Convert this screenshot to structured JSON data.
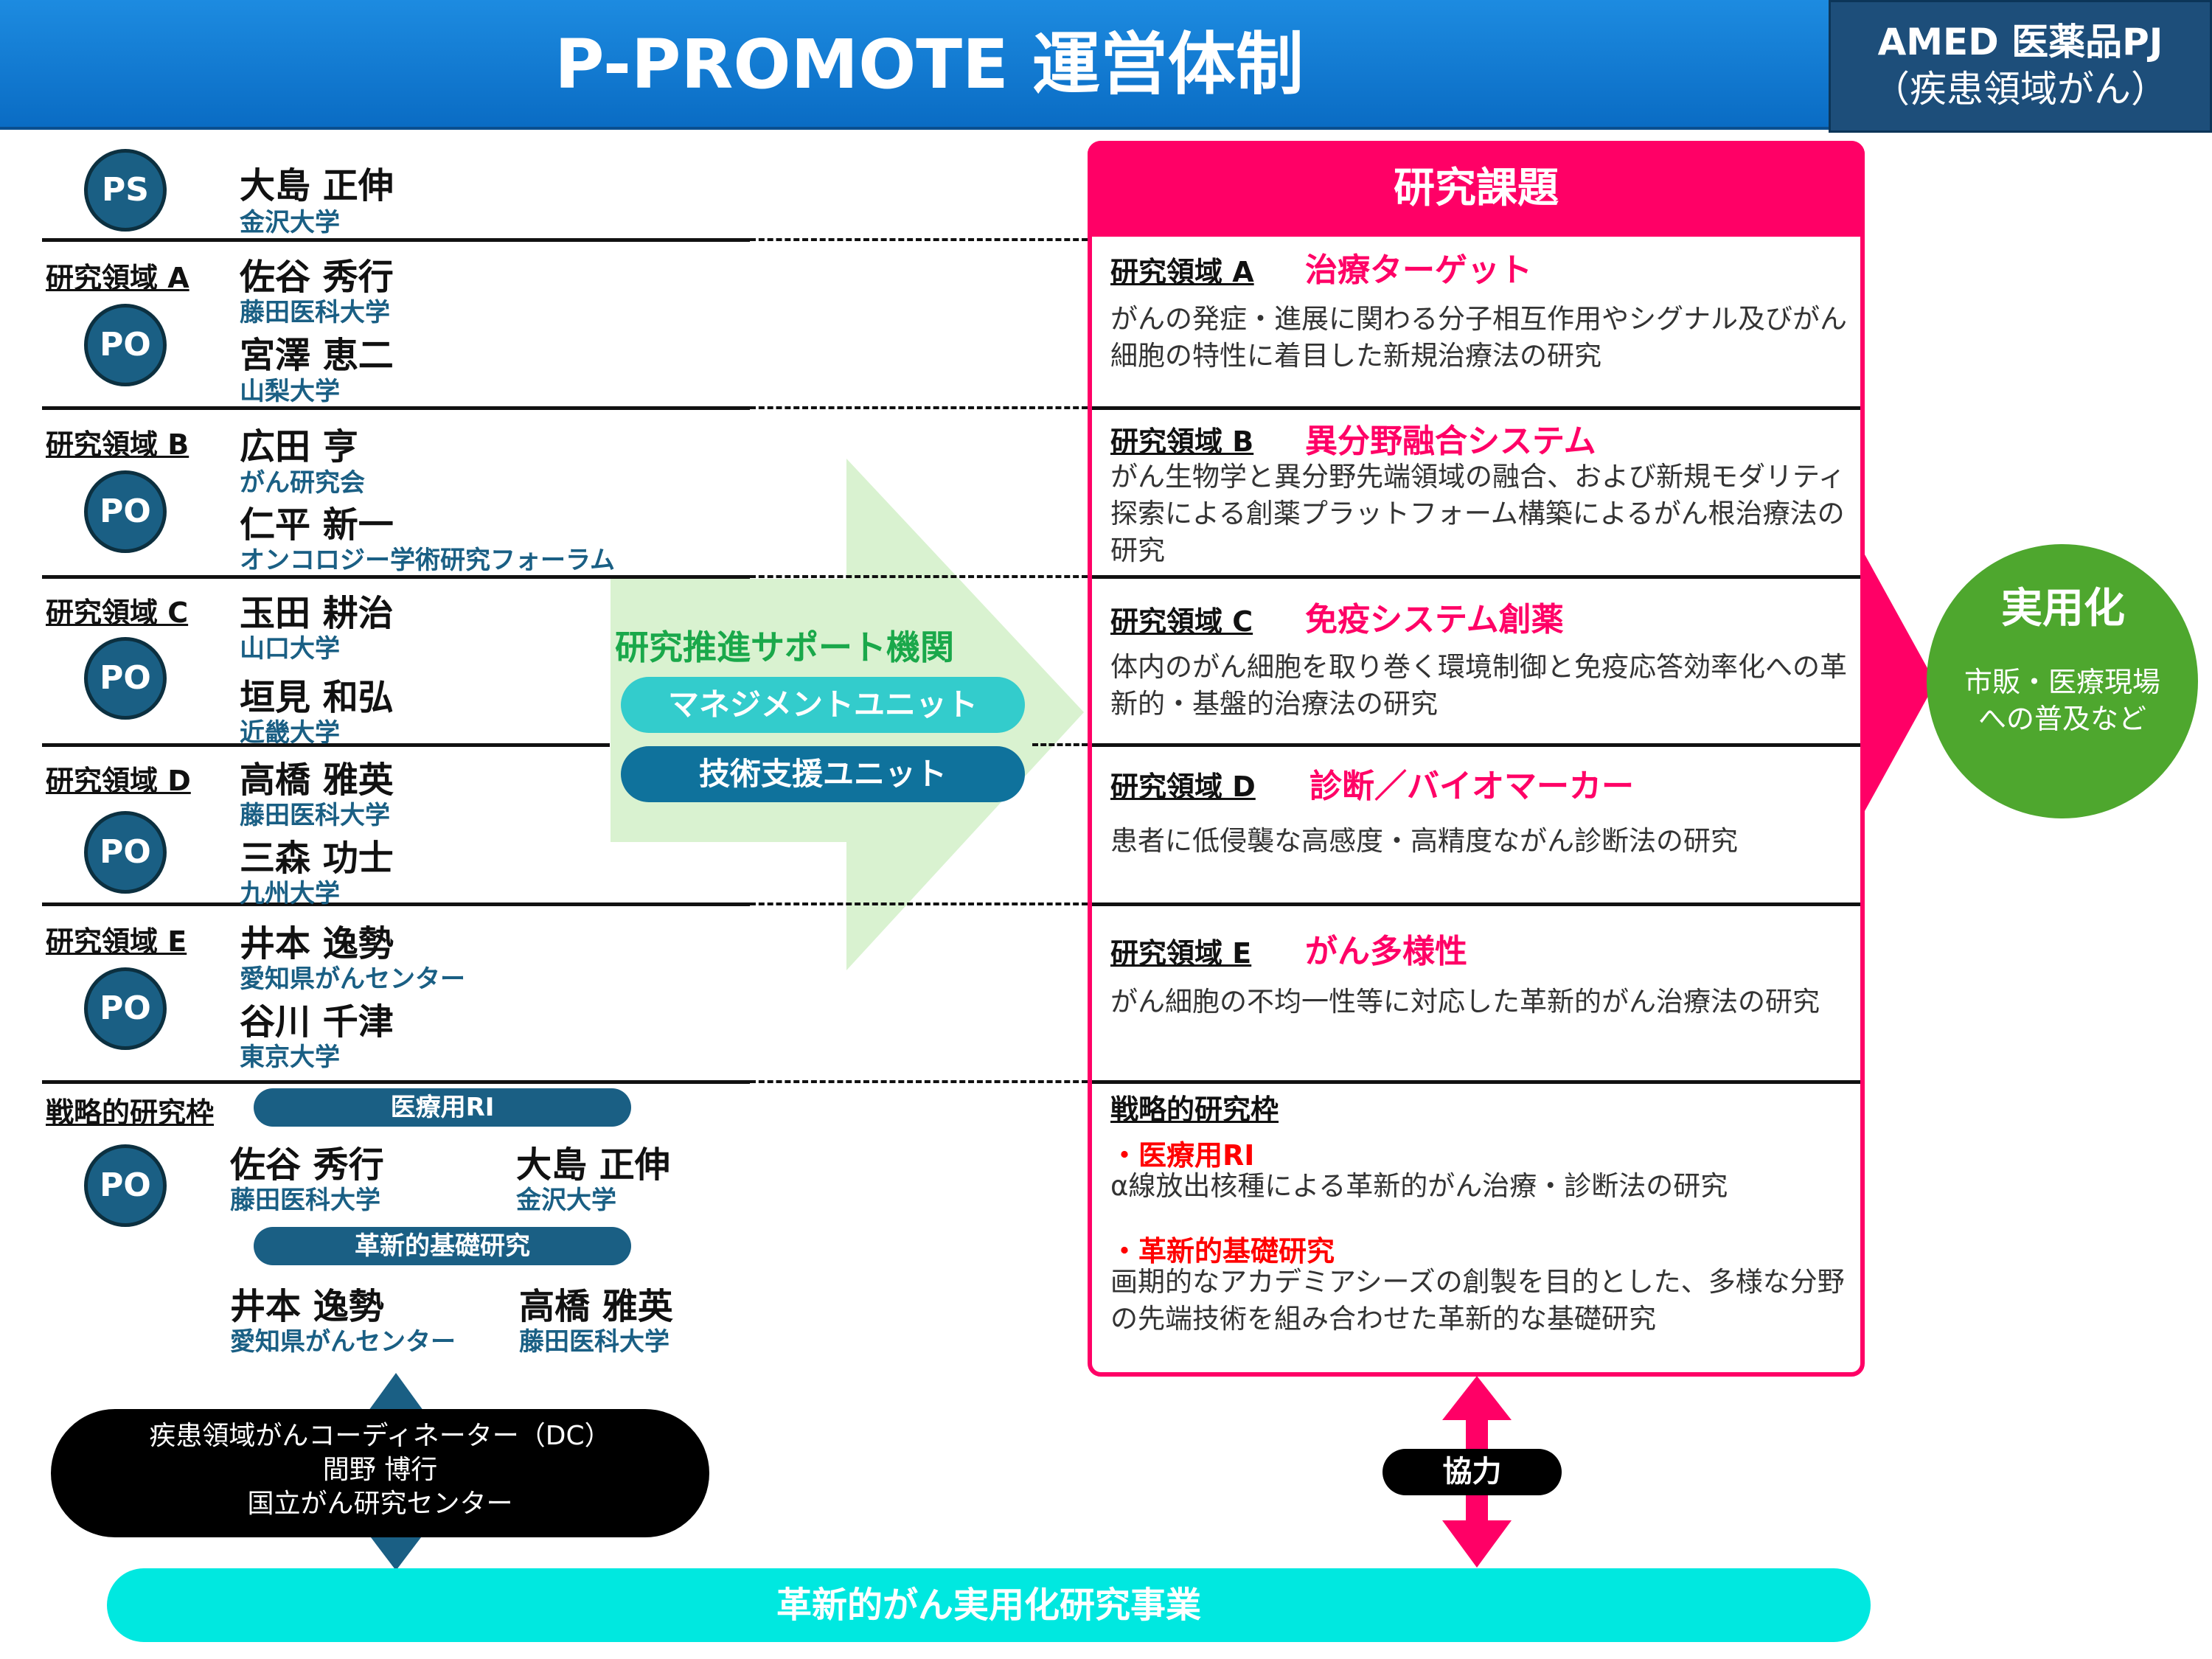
{
  "header": {
    "title": "P-PROMOTE 運営体制",
    "badge_line1": "AMED 医薬品PJ",
    "badge_line2": "（疾患領域がん）"
  },
  "left": {
    "ps": {
      "role": "PS",
      "name": "大島 正伸",
      "univ": "金沢大学"
    },
    "areas": [
      {
        "label": "研究領域 A",
        "role": "PO",
        "people": [
          {
            "name": "佐谷 秀行",
            "univ": "藤田医科大学"
          },
          {
            "name": "宮澤 恵二",
            "univ": "山梨大学"
          }
        ]
      },
      {
        "label": "研究領域 B",
        "role": "PO",
        "people": [
          {
            "name": "広田 亨",
            "univ": "がん研究会"
          },
          {
            "name": "仁平 新一",
            "univ": "オンコロジー学術研究フォーラム"
          }
        ]
      },
      {
        "label": "研究領域 C",
        "role": "PO",
        "people": [
          {
            "name": "玉田 耕治",
            "univ": "山口大学"
          },
          {
            "name": "垣見 和弘",
            "univ": "近畿大学"
          }
        ]
      },
      {
        "label": "研究領域 D",
        "role": "PO",
        "people": [
          {
            "name": "高橋 雅英",
            "univ": "藤田医科大学"
          },
          {
            "name": "三森 功士",
            "univ": "九州大学"
          }
        ]
      },
      {
        "label": "研究領域 E",
        "role": "PO",
        "people": [
          {
            "name": "井本 逸勢",
            "univ": "愛知県がんセンター"
          },
          {
            "name": "谷川 千津",
            "univ": "東京大学"
          }
        ]
      }
    ],
    "strategic": {
      "label": "戦略的研究枠",
      "role": "PO",
      "groups": [
        {
          "title": "医療用RI",
          "people": [
            {
              "name": "佐谷 秀行",
              "univ": "藤田医科大学"
            },
            {
              "name": "大島 正伸",
              "univ": "金沢大学"
            }
          ]
        },
        {
          "title": "革新的基礎研究",
          "people": [
            {
              "name": "井本 逸勢",
              "univ": "愛知県がんセンター"
            },
            {
              "name": "高橋 雅英",
              "univ": "藤田医科大学"
            }
          ]
        }
      ]
    }
  },
  "support": {
    "title": "研究推進サポート機関",
    "unit1": "マネジメントユニット",
    "unit2": "技術支援ユニット"
  },
  "panel": {
    "title": "研究課題",
    "areas": [
      {
        "label": "研究領域 A",
        "title": "治療ターゲット",
        "desc": "がんの発症・進展に関わる分子相互作用やシグナル及びがん細胞の特性に着目した新規治療法の研究"
      },
      {
        "label": "研究領域 B",
        "title": "異分野融合システム",
        "desc": "がん生物学と異分野先端領域の融合、および新規モダリティ探索による創薬プラットフォーム構築によるがん根治療法の研究"
      },
      {
        "label": "研究領域 C",
        "title": "免疫システム創薬",
        "desc": "体内のがん細胞を取り巻く環境制御と免疫応答効率化への革新的・基盤的治療法の研究"
      },
      {
        "label": "研究領域 D",
        "title": "診断／バイオマーカー",
        "desc": "患者に低侵襲な高感度・高精度ながん診断法の研究"
      },
      {
        "label": "研究領域 E",
        "title": "がん多様性",
        "desc": "がん細胞の不均一性等に対応した革新的がん治療法の研究"
      }
    ],
    "strategic": {
      "label": "戦略的研究枠",
      "item1_title": "・医療用RI",
      "item1_desc": "α線放出核種による革新的がん治療・診断法の研究",
      "item2_title": "・革新的基礎研究",
      "item2_desc": "画期的なアカデミアシーズの創製を目的とした、多様な分野の先端技術を組み合わせた革新的な基礎研究"
    }
  },
  "practical": {
    "title": "実用化",
    "desc": "市販・医療現場への普及など"
  },
  "dc": {
    "line1": "疾患領域がんコーディネーター（DC）",
    "line2": "間野 博行",
    "line3": "国立がん研究センター"
  },
  "cooperation": "協力",
  "footer": "革新的がん実用化研究事業",
  "colors": {
    "header": "#0a78d0",
    "pink": "#ff0066",
    "green": "#4ea72e",
    "cyan": "#00e8e0",
    "navy": "#1a5f84"
  }
}
